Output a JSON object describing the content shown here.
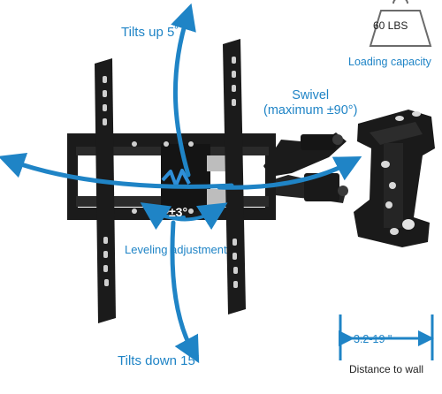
{
  "labels": {
    "tilt_up": "Tilts up 5˚",
    "tilt_down": "Tilts down 15˚",
    "swivel_line1": "Swivel",
    "swivel_line2": "(maximum ±90°)",
    "leveling": "Leveling adjustment",
    "level_range": "±3°",
    "weight": "60 LBS",
    "loading_capacity": "Loading capacity",
    "distance": "3.2-19 \"",
    "distance_caption": "Distance to wall"
  },
  "colors": {
    "accent": "#1f84c6",
    "mount": "#1b1b1b",
    "text": "#222222"
  },
  "icons": {
    "weight": "kettlebell-weight-icon",
    "logo": "brand-logo-icon"
  }
}
